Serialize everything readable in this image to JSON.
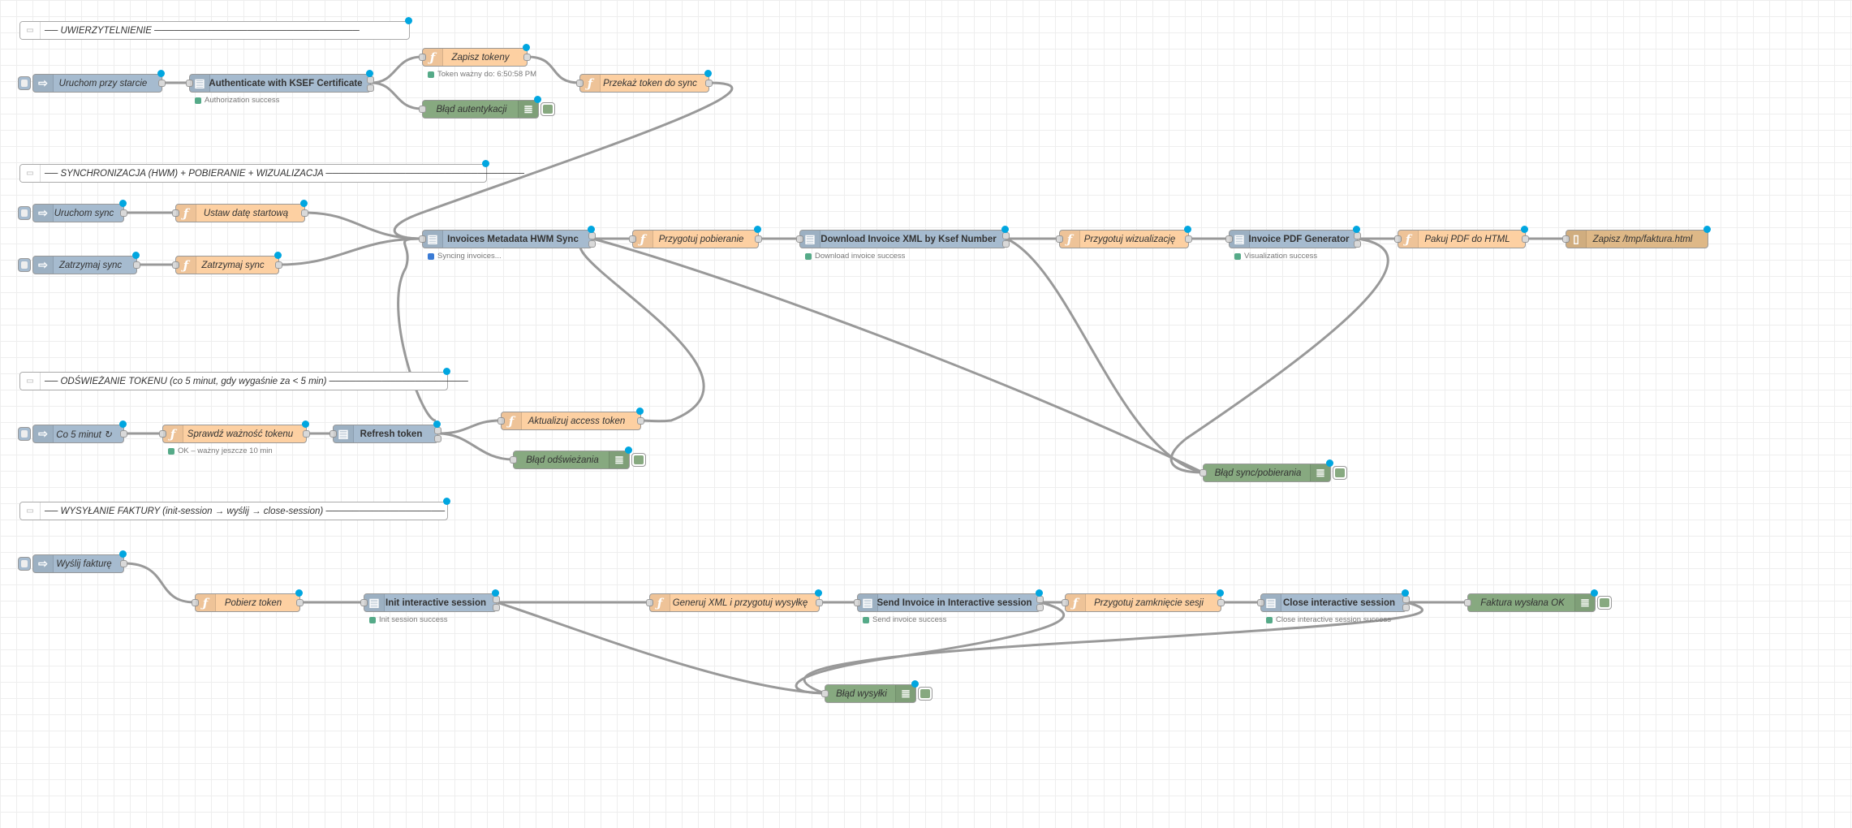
{
  "colors": {
    "function": "#fdd0a2",
    "inject": "#a6bbcf",
    "ksef": "#a6bbcf",
    "debug": "#87a980",
    "file": "#deb887",
    "wire": "#999999",
    "changed_dot": "#00a6e0",
    "status_green": "#55aa88",
    "status_blue": "#3a7bd5"
  },
  "icons": {
    "inject": "arrow-in-icon",
    "function": "function-icon",
    "ksef": "document-icon",
    "debug": "list-icon",
    "comment": "comment-icon",
    "file": "file-icon"
  },
  "comments": {
    "auth": "── UWIERZYTELNIENIE ───────────────────────────────",
    "sync": "── SYNCHRONIZACJA (HWM) + POBIERANIE + WIZUALIZACJA ──────────────────────────────",
    "refresh": "── ODŚWIEŻANIE TOKENU (co 5 minut, gdy wygaśnie za < 5 min) ─────────────────────",
    "send": "── WYSYŁANIE FAKTURY (init-session → wyślij → close-session) ──────────────────"
  },
  "nodes": {
    "uruchom_przy_starcie": "Uruchom przy starcie",
    "authenticate": "Authenticate with KSEF Certificate",
    "zapisz_tokeny": "Zapisz tokeny",
    "przekaz_token": "Przekaż token do sync",
    "blad_autentykacji": "Błąd autentykacji",
    "uruchom_sync": "Uruchom sync",
    "ustaw_date": "Ustaw datę startową",
    "zatrzymaj_inject": "Zatrzymaj sync",
    "zatrzymaj_func": "Zatrzymaj sync",
    "invoices_hwm": "Invoices Metadata HWM Sync",
    "przygotuj_pobieranie": "Przygotuj pobieranie",
    "download_xml": "Download Invoice XML by Ksef Number",
    "przygotuj_wizualizacje": "Przygotuj wizualizację",
    "pdf_generator": "Invoice PDF Generator",
    "pakuj_pdf": "Pakuj PDF do HTML",
    "zapisz_html": "Zapisz /tmp/faktura.html",
    "blad_sync": "Błąd sync/pobierania",
    "co5": "Co 5 minut ↻",
    "sprawdz": "Sprawdź ważność tokenu",
    "refresh_token": "Refresh token",
    "aktualizuj": "Aktualizuj access token",
    "blad_odswiezania": "Błąd odświeżania",
    "wyslij_fakture": "Wyślij fakturę",
    "pobierz_token": "Pobierz token",
    "init_session": "Init interactive session",
    "generuj_xml": "Generuj XML i przygotuj wysyłkę",
    "send_invoice": "Send Invoice in Interactive session",
    "przygotuj_zamkniecie": "Przygotuj zamknięcie sesji",
    "close_session": "Close interactive session",
    "faktura_wyslana": "Faktura wysłana OK",
    "blad_wysylki": "Błąd wysyłki"
  },
  "statuses": {
    "zapisz_tokeny": "Token ważny do: 6:50:58 PM",
    "authenticate": "Authorization success",
    "invoices_hwm": "Syncing invoices...",
    "download_xml": "Download invoice success",
    "pdf_generator": "Visualization success",
    "sprawdz": "OK – ważny jeszcze 10 min",
    "init_session": "Init session success",
    "send_invoice": "Send invoice success",
    "close_session": "Close interactive session success"
  }
}
